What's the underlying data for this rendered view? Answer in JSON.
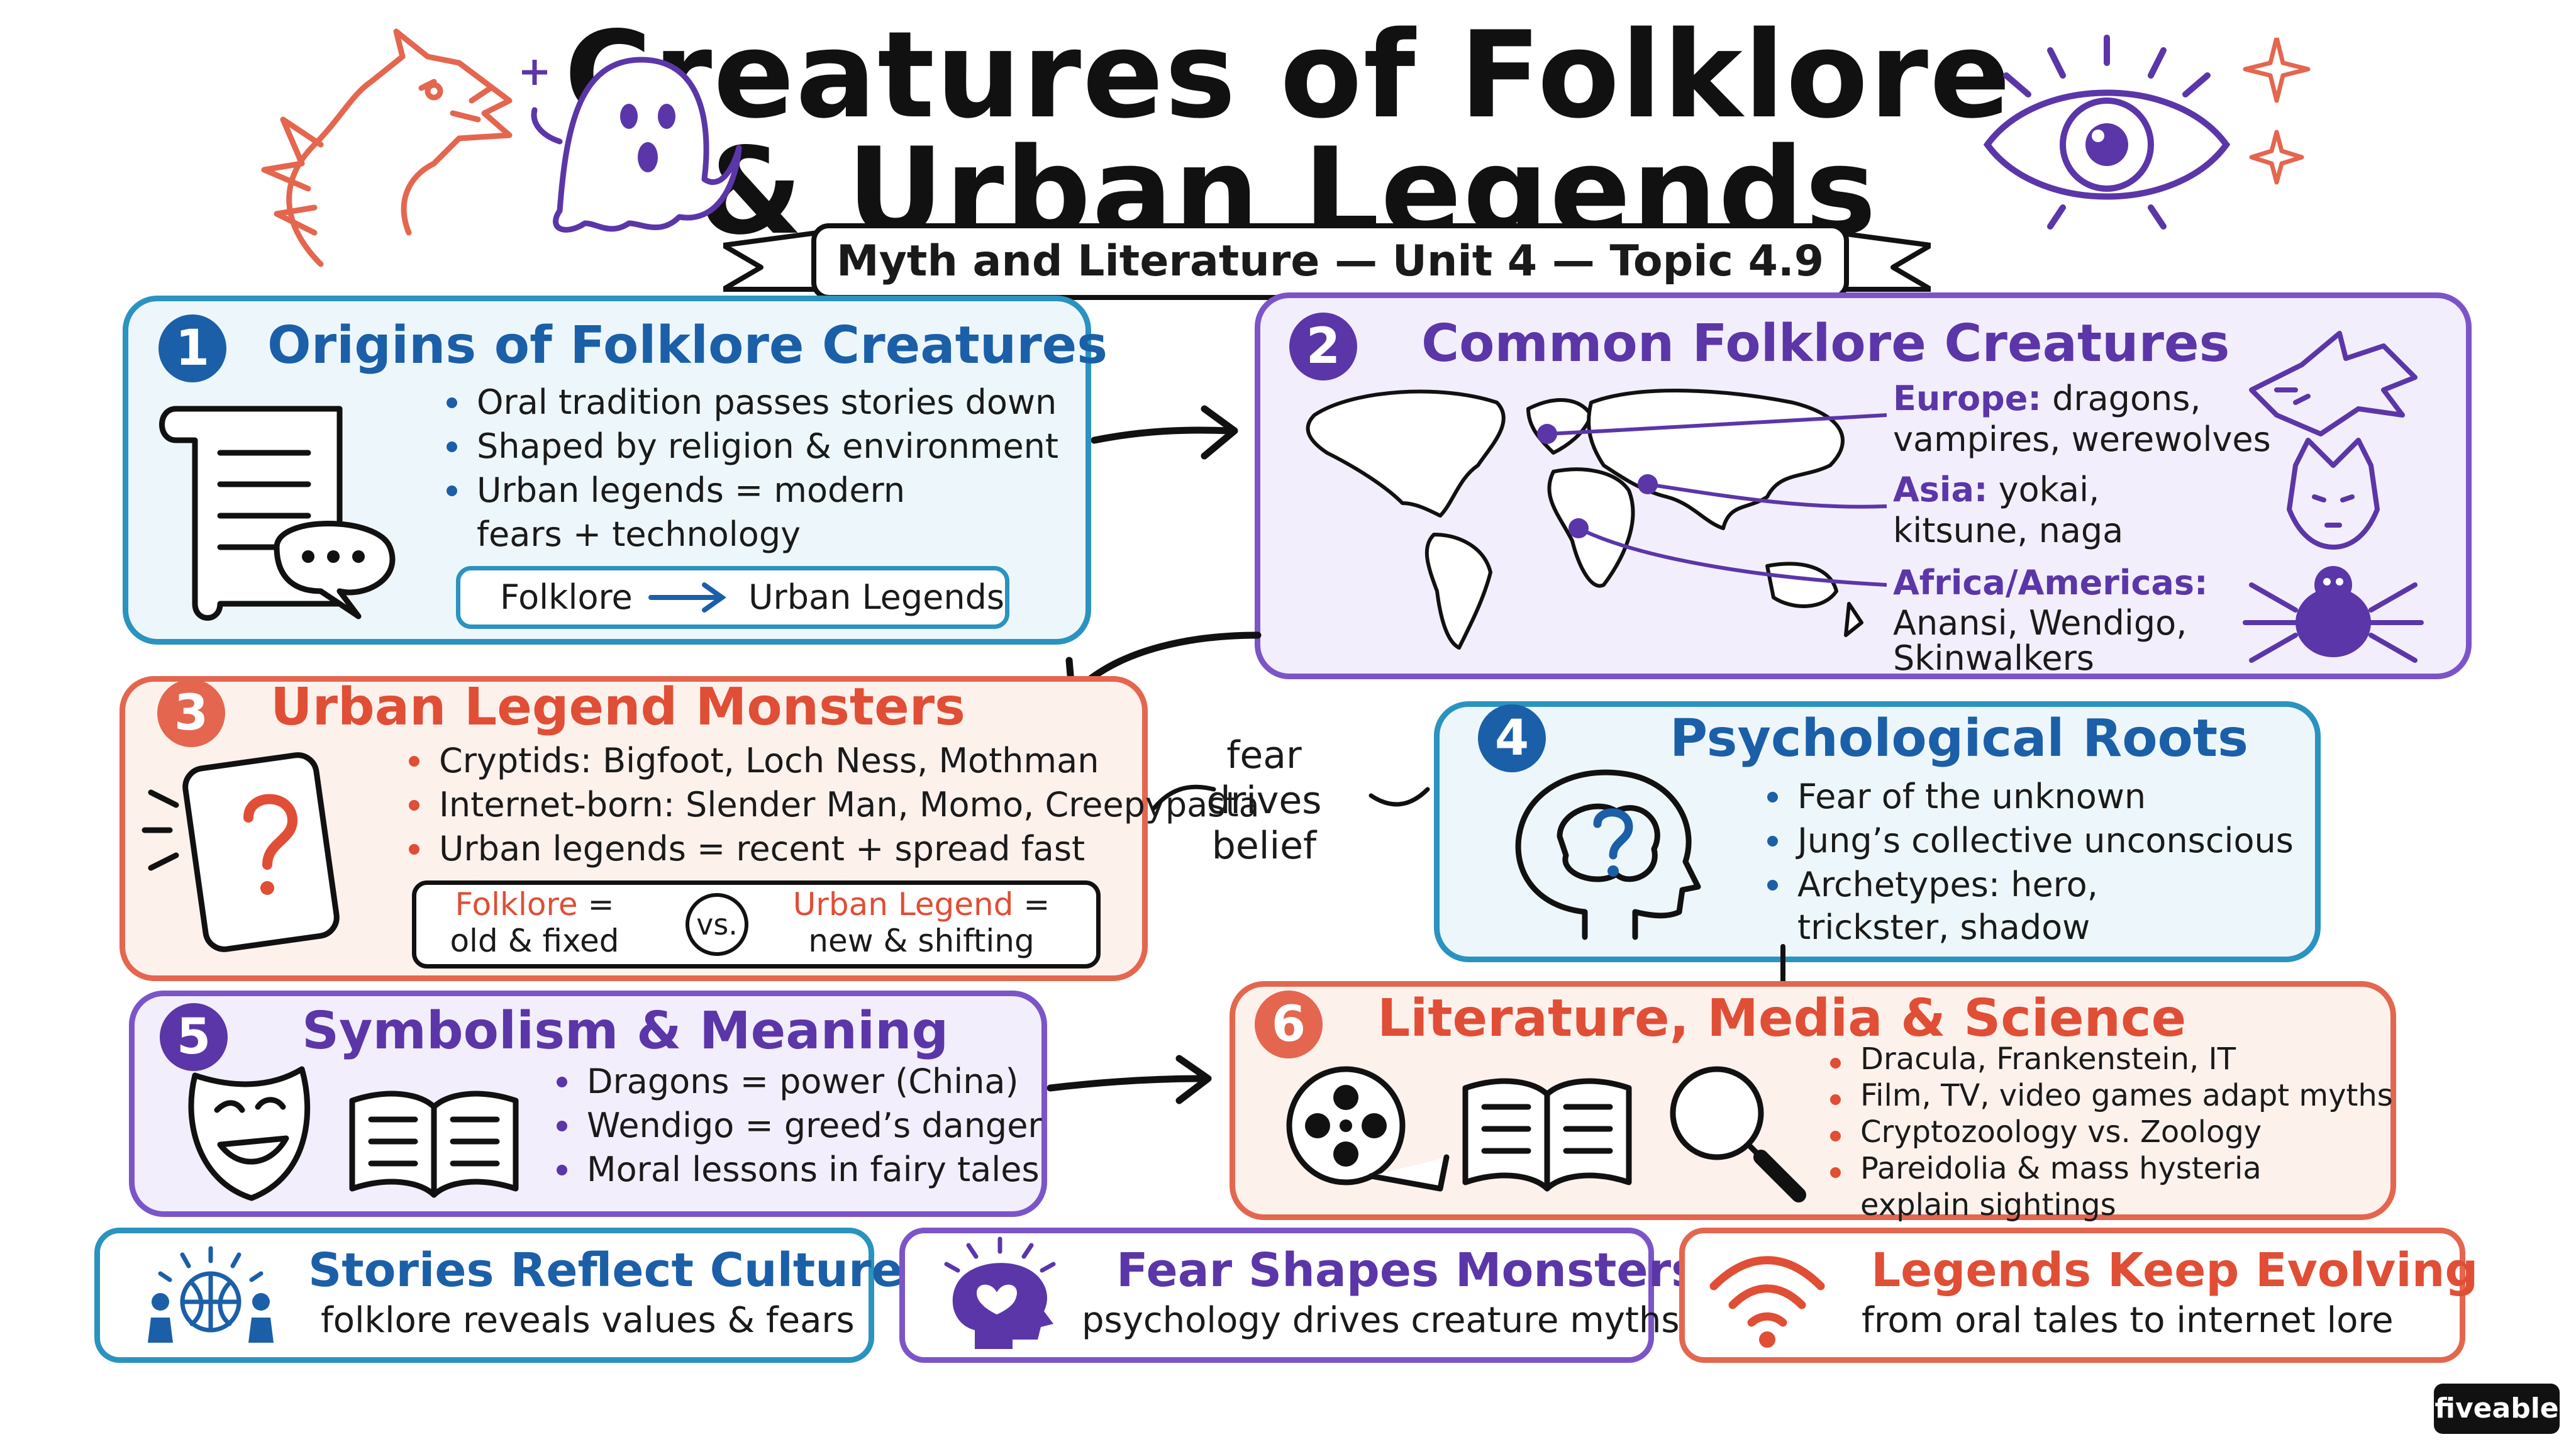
{
  "header": {
    "title_line1": "Creatures of Folklore",
    "title_line2": "& Urban Legends",
    "subtitle": "Myth and Literature — Unit 4 — Topic 4.9"
  },
  "panels": {
    "p1": {
      "number": "1",
      "title": "Origins of Folklore Creatures",
      "bullets": [
        "Oral tradition passes stories down",
        "Shaped by religion & environment",
        "Urban legends = modern",
        "fears + technology"
      ],
      "flow_from": "Folklore",
      "flow_to": "Urban Legends"
    },
    "p2": {
      "number": "2",
      "title": "Common Folklore Creatures",
      "regions": [
        {
          "label": "Europe:",
          "line1": "dragons,",
          "line2": "vampires, werewolves"
        },
        {
          "label": "Asia:",
          "line1": "yokai,",
          "line2": "kitsune, naga"
        },
        {
          "label": "Africa/Americas:",
          "line1": "Anansi, Wendigo,",
          "line2": "Skinwalkers"
        }
      ]
    },
    "p3": {
      "number": "3",
      "title": "Urban Legend Monsters",
      "bullets": [
        "Cryptids: Bigfoot, Loch Ness, Mothman",
        "Internet-born: Slender Man, Momo, Creepypasta",
        "Urban legends = recent + spread fast"
      ],
      "compare": {
        "left_label": "Folklore",
        "left_eq": "=",
        "left_desc": "old & fixed",
        "vs": "vs.",
        "right_label": "Urban Legend",
        "right_eq": "=",
        "right_desc": "new & shifting"
      }
    },
    "connector": {
      "line1": "fear",
      "line2": "drives",
      "line3": "belief"
    },
    "p4": {
      "number": "4",
      "title": "Psychological Roots",
      "bullets": [
        "Fear of the unknown",
        "Jung’s collective unconscious",
        "Archetypes: hero,",
        "trickster, shadow"
      ]
    },
    "p5": {
      "number": "5",
      "title": "Symbolism & Meaning",
      "bullets": [
        "Dragons = power (China)",
        "Wendigo = greed’s danger",
        "Moral lessons in fairy tales"
      ]
    },
    "p6": {
      "number": "6",
      "title": "Literature, Media & Science",
      "bullets": [
        "Dracula, Frankenstein, IT",
        "Film, TV, video games adapt myths",
        "Cryptozoology vs. Zoology",
        "Pareidolia & mass hysteria",
        "explain sightings"
      ]
    }
  },
  "takeaways": [
    {
      "title": "Stories Reflect Culture",
      "subtitle": "folklore reveals values & fears"
    },
    {
      "title": "Fear Shapes Monsters",
      "subtitle": "psychology drives creature myths"
    },
    {
      "title": "Legends Keep Evolving",
      "subtitle": "from oral tales to internet lore"
    }
  ],
  "brand": "fiveable",
  "colors": {
    "blue": "#1b5fa8",
    "purple": "#5b36a8",
    "red": "#e04e35",
    "orange": "#e4664f"
  }
}
